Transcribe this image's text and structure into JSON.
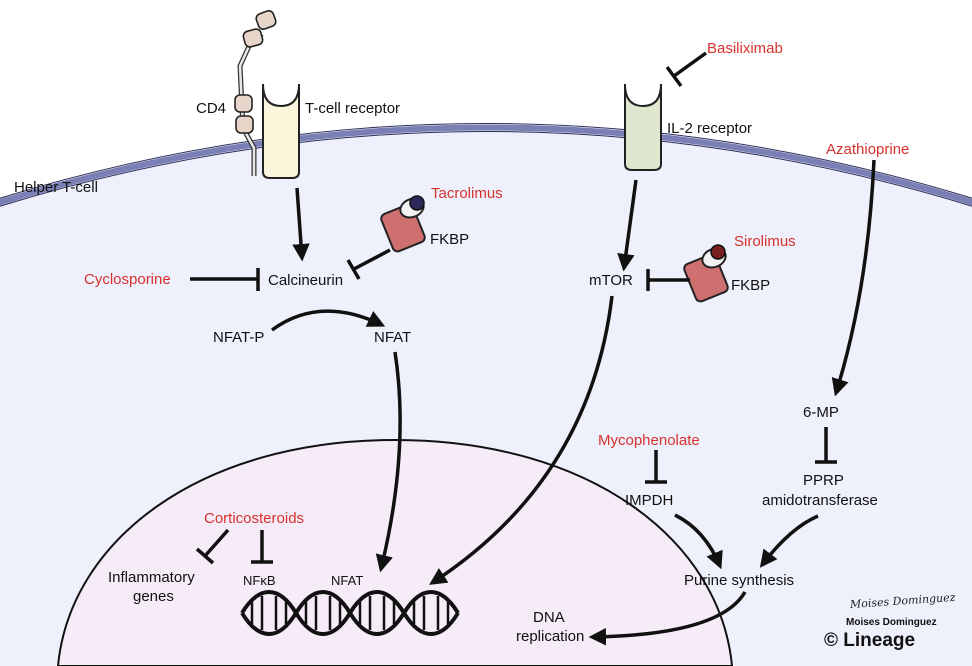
{
  "cell_label": "Helper T-cell",
  "receptors": {
    "cd4": "CD4",
    "tcr": "T-cell receptor",
    "il2": "IL-2 receptor"
  },
  "molecules": {
    "calcineurin": "Calcineurin",
    "nfat_p": "NFAT-P",
    "nfat": "NFAT",
    "nfat_nucleus": "NFAT",
    "nfkb": "NFκB",
    "fkbp_1": "FKBP",
    "fkbp_2": "FKBP",
    "mtor": "mTOR",
    "six_mp": "6-MP",
    "pprp_1": "PPRP",
    "pprp_2": "amidotransferase",
    "impdh": "IMPDH",
    "purine": "Purine synthesis",
    "dna_1": "DNA",
    "dna_2": "replication",
    "inflam_1": "Inflammatory",
    "inflam_2": "genes"
  },
  "drugs": {
    "basiliximab": "Basiliximab",
    "azathioprine": "Azathioprine",
    "tacrolimus": "Tacrolimus",
    "cyclosporine": "Cyclosporine",
    "sirolimus": "Sirolimus",
    "mycophenolate": "Mycophenolate",
    "corticosteroids": "Corticosteroids"
  },
  "credit": {
    "signature": "Moises Dominguez",
    "author": "Moises Dominguez",
    "brand": "© Lineage"
  },
  "colors": {
    "drug_red": "#d7322d",
    "cytoplasm": "#eef0fb",
    "nucleus": "#f5ecf8",
    "membrane": "#7a7fb5",
    "tcr_fill": "#fbf5dc",
    "il2_fill": "#dfe8cf",
    "fkbp_fill": "#cf7070"
  }
}
